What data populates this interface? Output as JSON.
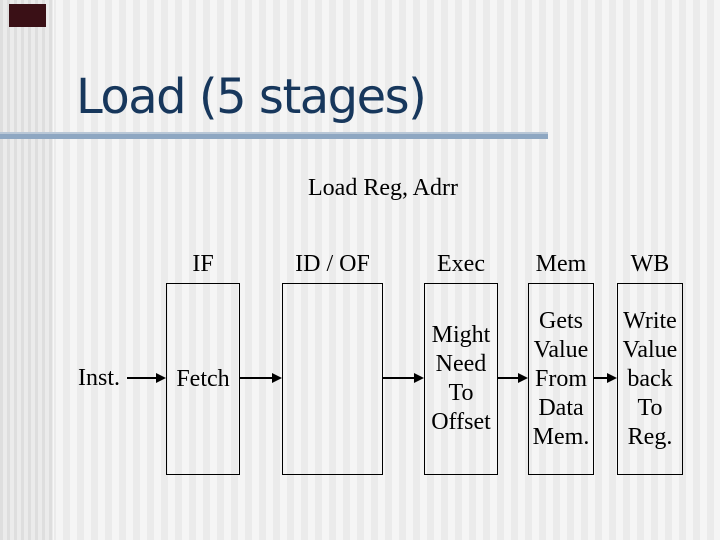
{
  "slide": {
    "title": "Load (5 stages)",
    "subtitle": "Load Reg, Adrr",
    "inst_label": "Inst.",
    "stages": [
      {
        "id": "if",
        "header": "IF",
        "lines": [
          "Fetch"
        ]
      },
      {
        "id": "id-of",
        "header": "ID / OF",
        "lines": []
      },
      {
        "id": "exec",
        "header": "Exec",
        "lines": [
          "Might",
          "Need",
          "To",
          "Offset"
        ]
      },
      {
        "id": "mem",
        "header": "Mem",
        "lines": [
          "Gets",
          "Value",
          "From",
          "Data",
          "Mem."
        ]
      },
      {
        "id": "wb",
        "header": "WB",
        "lines": [
          "Write",
          "Value",
          "back",
          "To",
          "Reg."
        ]
      }
    ],
    "colors": {
      "title_text": "#17375c",
      "title_rule": "#8ea7c2",
      "accent_bar": "#3a1016",
      "box_border": "#000000",
      "body_text": "#000000"
    }
  }
}
